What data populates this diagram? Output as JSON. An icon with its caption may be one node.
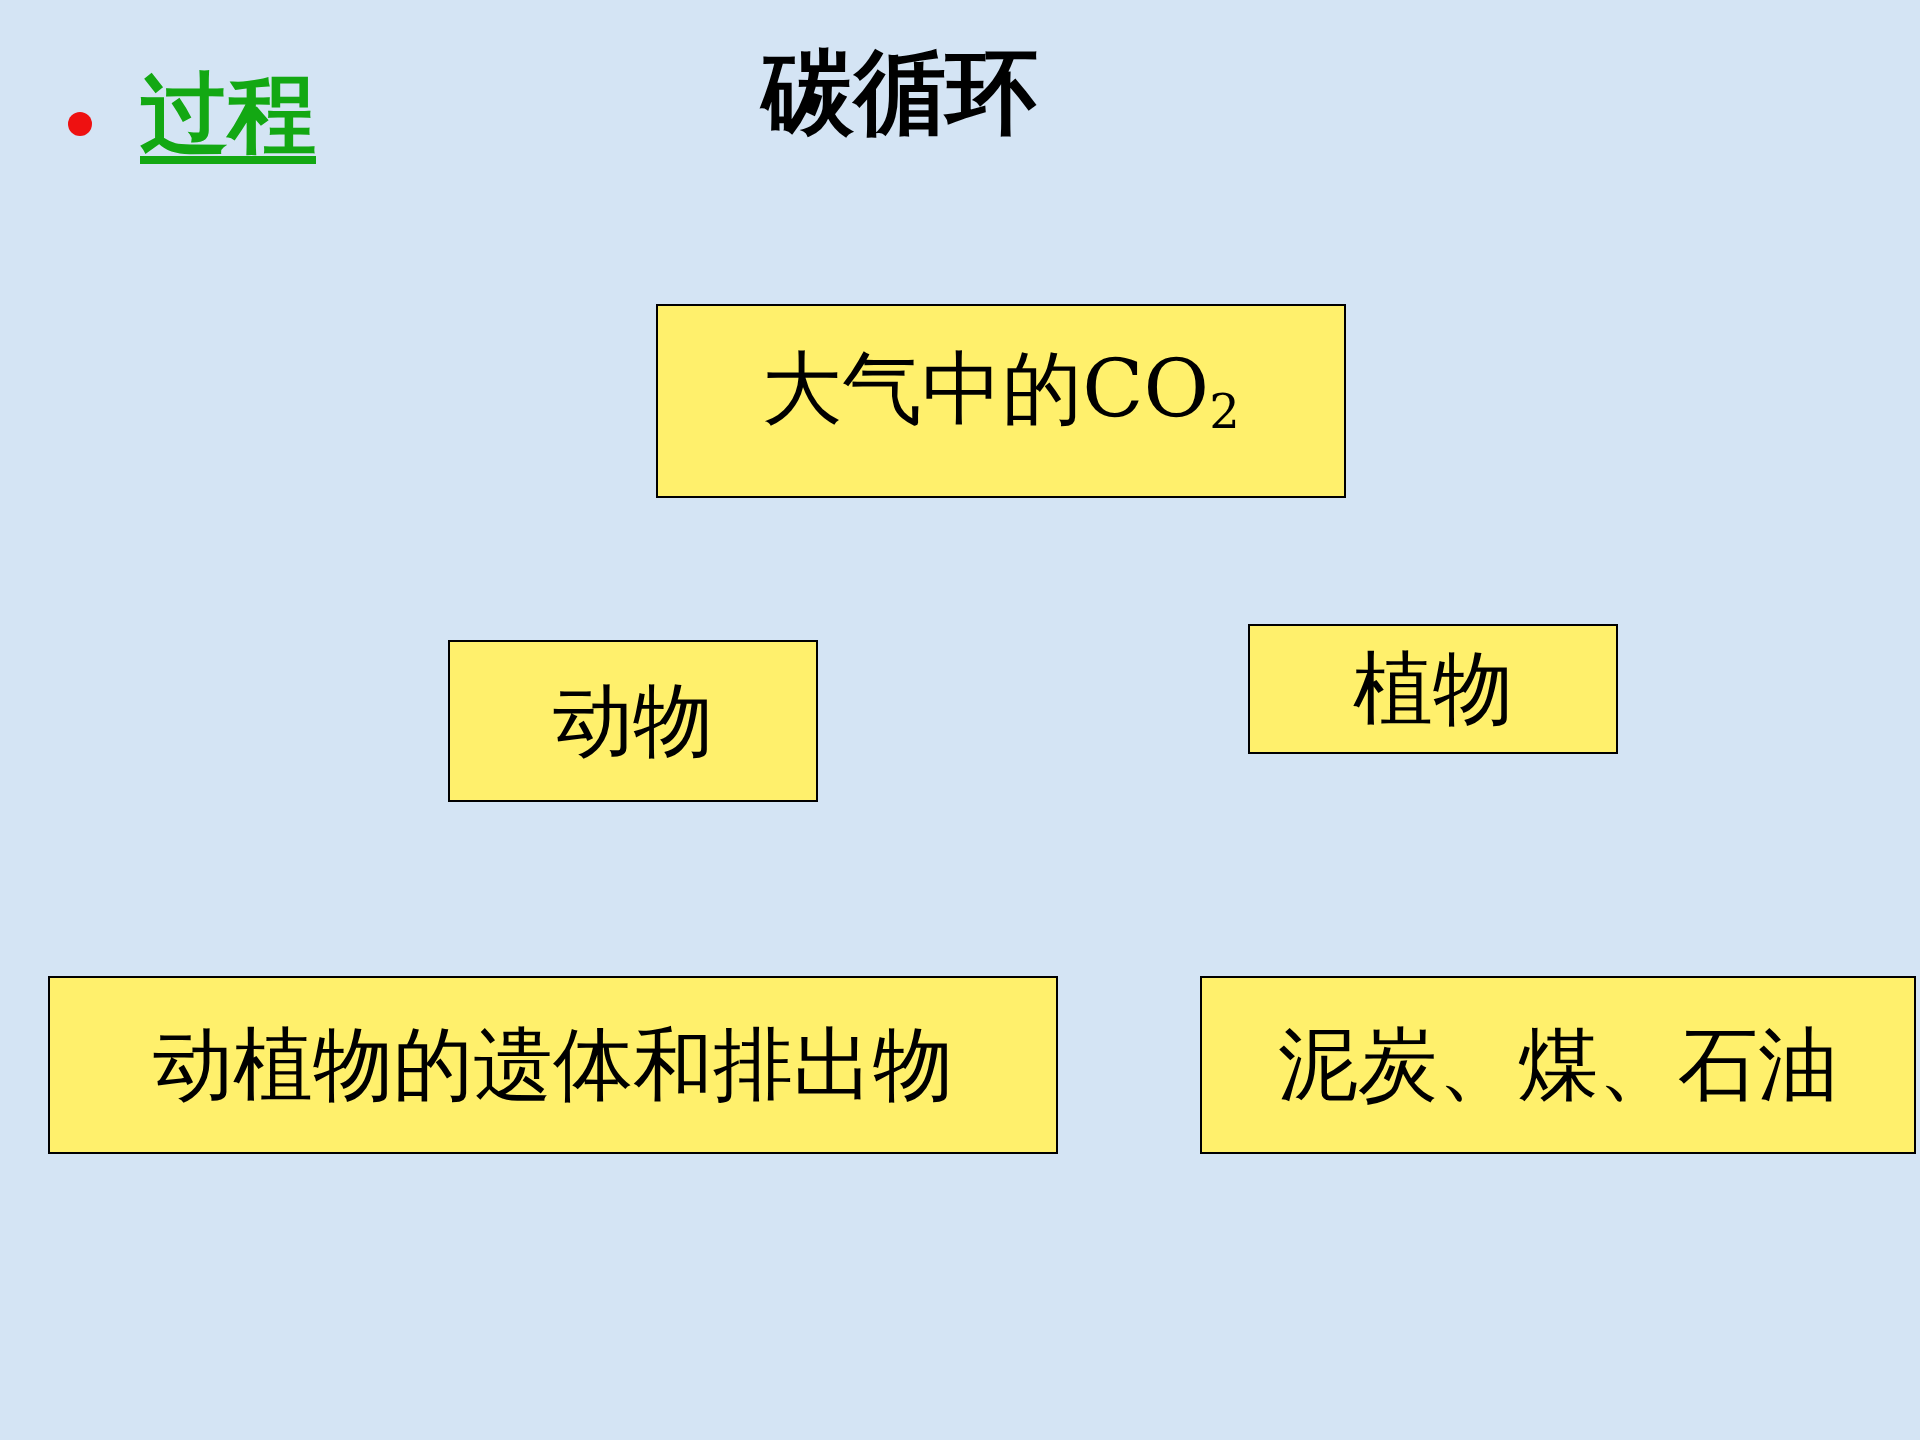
{
  "diagram": {
    "title": "碳循环",
    "nodes": [
      {
        "text": [
          "大气中的CO$_{2}$"
        ]
      },
      {
        "text": [
          "动物"
        ]
      },
      {
        "text": [
          "植物"
        ]
      },
      {
        "text": [
          "动植物的遗体和排出物"
        ]
      },
      {
        "text": [
          "泥炭、煤、石油"
        ]
      }
    ],
    "labels": [
      "过程"
    ]
  }
}
